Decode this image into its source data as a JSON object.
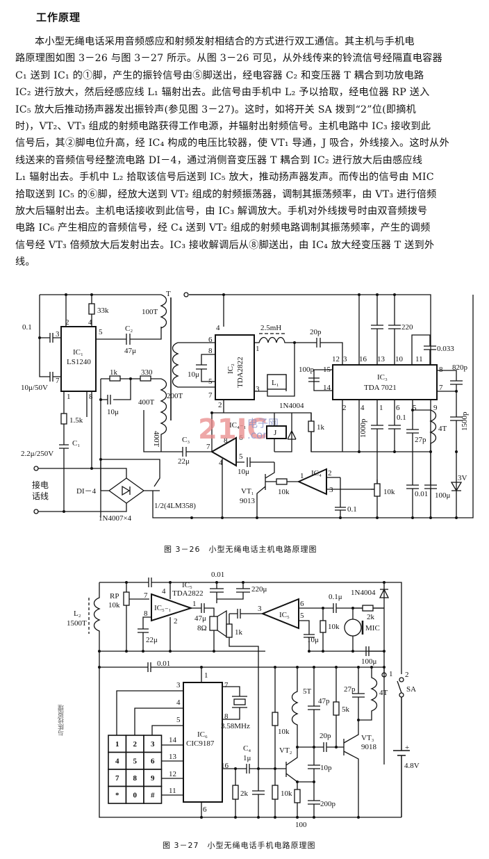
{
  "heading": "工作原理",
  "paragraph_lines": [
    "本小型无绳电话采用音频感应和射频发射相结合的方式进行双工通信。其主机与手机电",
    "路原理图如图 3－26 与图 3－27 所示。从图 3－26 可见，从外线传来的铃流信号经隔直电容器",
    "C₁ 送到 IC₁ 的①脚，产生的振铃信号由⑤脚送出，经电容器 C₂ 和变压器 T 耦合到功放电路",
    "IC₂ 进行放大，然后经感应线 L₁ 辐射出去。此信号由手机中 L₂ 予以拾取，经电位器 RP 送入",
    "IC₅ 放大后推动扬声器发出振铃声(参见图 3－27)。这时，如将开关 SA 拨到“2”位(即摘机",
    "时)，VT₂、VT₃ 组成的射频电路获得工作电源，并辐射出射频信号。主机电路中 IC₃ 接收到此",
    "信号后，其②脚电位升高，经 IC₄ 构成的电压比较器，使 VT₁ 导通，J 吸合，外线接入。这时从外",
    "线送来的音频信号经整流电路 DI－4，通过消侧音变压器 T 耦合到 IC₂ 进行放大后由感应线",
    "L₁ 辐射出去。手机中 L₂ 拾取该信号后送到 IC₅ 放大，推动扬声器发声。而传出的信号由 MIC",
    "拾取送到 IC₅ 的⑥脚，经放大送到 VT₂ 组成的射频振荡器，调制其振荡频率，由 VT₃ 进行倍频",
    "放大后辐射出去。主机电话接收到此信号，由 IC₃ 解调放大。手机对外线拨号时由双音频拨号",
    "电路 IC₆ 产生相应的音频信号，经 C₄ 送到 VT₂ 组成的射频电路调制其振荡频率，产生的调频",
    "信号经 VT₃ 倍频放大后发射出去。IC₃ 接收解调后从⑧脚送出，由 IC₄ 放大经变压器 T 送到外",
    "线。"
  ],
  "figure1": {
    "caption": "图 3－26　小型无绳电话主机电路原理图",
    "ic1": {
      "name": "IC₁",
      "part": "LS1240",
      "pins": [
        "2",
        "4",
        "5",
        "3",
        "7",
        "1",
        "8"
      ]
    },
    "ic2": {
      "name": "IC₂",
      "part": "TDA2822",
      "pins": [
        "4",
        "6",
        "8",
        "5",
        "7",
        "1",
        "3",
        "2"
      ]
    },
    "ic3": {
      "name": "IC₃",
      "part": "TDA 7021",
      "pins_top": [
        "12",
        "3",
        "16",
        "13",
        "10",
        "11"
      ],
      "pins_left": [
        "15",
        "14"
      ],
      "pins_right": [
        "8",
        "7"
      ],
      "pins_bottom": [
        "2",
        "4",
        "1",
        "6",
        "5",
        "9"
      ]
    },
    "ic4_1": {
      "name": "IC₄₋₁",
      "pins": [
        "7",
        "8",
        "6",
        "5",
        "4"
      ]
    },
    "ic4": {
      "name": "IC₄",
      "pins": [
        "1",
        "2",
        "3"
      ]
    },
    "labels": {
      "r33k": "33k",
      "c01": "0.1",
      "c10u50v": "10μ/50V",
      "c2": "C₂",
      "c2v": "47μ",
      "t": "T",
      "t100": "100T",
      "t200": "200T",
      "t400a": "400T",
      "t400b": "400T",
      "r1k": "1k",
      "r330": "330",
      "c10u": "10μ",
      "c10u_b": "10μ",
      "r15k": "1.5k",
      "c1": "C₁",
      "c1v": "2.2μ/250V",
      "line": "接电",
      "line2": "话线",
      "di4": "DI－4",
      "diodes": "1N4007×4",
      "lm358": "1/2(4LM358)",
      "c3": "C₃",
      "c3v": "22μ",
      "l25": "2.5mH",
      "c20p": "20p",
      "l1": "L₁",
      "c100p": "100p",
      "d1n": "1N4004",
      "r1k_b": "1k",
      "c220": "220",
      "c033": "0.033",
      "c820": "820p",
      "c1500": "1500p",
      "c1000": "1000p",
      "c01b": "0.1",
      "c27": "27p",
      "l4t": "4T",
      "c001": "0.01",
      "c100u": "100μ",
      "z3v": "3V",
      "r10k": "10k",
      "r10k_b": "10k",
      "c01c": "0.1",
      "vt1": "VT₁",
      "vt1p": "9013",
      "j": "J"
    },
    "watermark": {
      "main": "21IC",
      "sub1": "电子网",
      "sub2": ".com"
    }
  },
  "figure2": {
    "caption": "图 3－27　小型无绳电话手机电路原理图",
    "ic5_1": {
      "name": "IC₅₋₁",
      "pins": [
        "7",
        "8",
        "4",
        "2",
        "1"
      ]
    },
    "ic5top": {
      "name": "IC₅",
      "part": "TDA2822"
    },
    "ic5": {
      "name": "IC₅",
      "pins": [
        "3",
        "6",
        "5"
      ]
    },
    "ic6": {
      "name": "IC₆",
      "part": "CIC9187",
      "pins_left": [
        "3",
        "4",
        "5",
        "14",
        "13",
        "12",
        "11"
      ],
      "pins_right": [
        "7",
        "8",
        "16"
      ],
      "pin_top": "1",
      "pin_bottom": "6"
    },
    "keypad": [
      "1",
      "2",
      "3",
      "4",
      "5",
      "6",
      "7",
      "8",
      "9",
      "*",
      "0",
      "#"
    ],
    "labels": {
      "rp": "RP",
      "rpv": "10k",
      "l2": "L₂",
      "l2v": "1500T",
      "c22": "22μ",
      "c47": "47μ",
      "spk": "8Ω",
      "r1k": "1k",
      "c001": "0.01",
      "c220": "220μ",
      "c001b": "0.01",
      "c01u": "0.1μ",
      "d1n": "1N4004",
      "r2k": "2k",
      "mic": "MIC",
      "r10k": "10k",
      "c10u": "10μ",
      "c100u": "100μ",
      "xtal": "3.58MHz",
      "c4": "C₄",
      "c4v": "1μ",
      "r2k_b": "2k",
      "r10k_a": "10k",
      "r10k_b": "10k",
      "l5t": "5T",
      "c47p": "47p",
      "r5k": "5k",
      "c27p": "27p",
      "l4t": "4T",
      "c20p": "20p",
      "c10p": "10p",
      "c200p": "200p",
      "r100": "100",
      "vt2": "VT₂",
      "vt3": "VT₃",
      "vt3p": "9018",
      "sa": "SA",
      "sa1": "1",
      "sa2": "2",
      "batt": "4.8V",
      "plus": "+"
    },
    "sidenote": "与陈找原理"
  }
}
